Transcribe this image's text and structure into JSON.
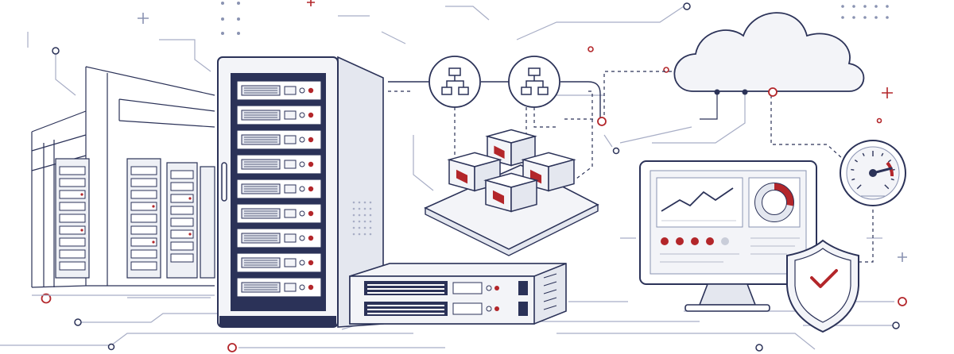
{
  "illustration": {
    "subject": "infrastructure-hybrid-cloud-illustration",
    "colors": {
      "outline": "#2b3258",
      "line": "#8a93b2",
      "accent": "#b3262a",
      "fill_light": "#f3f4f8",
      "fill_mid": "#e4e7ef",
      "background": "#ffffff"
    },
    "icons": [
      "data-center-building-icon",
      "server-rack-icon",
      "network-hierarchy-icon",
      "container-cubes-icon",
      "rack-server-unit-icon",
      "cloud-icon",
      "monitor-dashboard-icon",
      "line-chart-icon",
      "donut-chart-icon",
      "speedometer-gauge-icon",
      "security-shield-check-icon"
    ],
    "dashboard": {
      "donut_fraction": 0.28,
      "status_dots": [
        "#b3262a",
        "#b3262a",
        "#b3262a",
        "#b3262a",
        "#c9cdd9"
      ]
    },
    "gauge": {
      "needle_fraction": 0.78
    }
  }
}
